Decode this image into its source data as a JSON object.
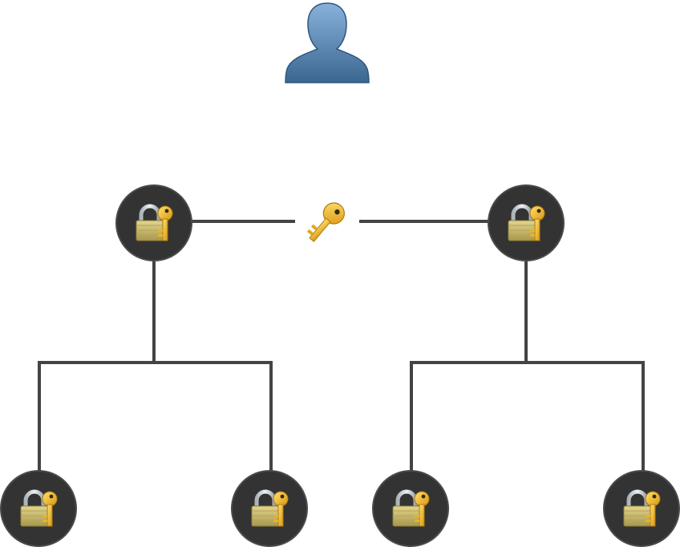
{
  "diagram": {
    "user": {
      "icon": "user-silhouette-icon"
    },
    "shared_key": {
      "icon": "key-icon"
    },
    "nodes": [
      {
        "id": "top-left",
        "icon": "lock-with-key-icon"
      },
      {
        "id": "top-right",
        "icon": "lock-with-key-icon"
      },
      {
        "id": "bottom-1",
        "icon": "lock-with-key-icon"
      },
      {
        "id": "bottom-2",
        "icon": "lock-with-key-icon"
      },
      {
        "id": "bottom-3",
        "icon": "lock-with-key-icon"
      },
      {
        "id": "bottom-4",
        "icon": "lock-with-key-icon"
      }
    ],
    "edges": [
      {
        "from": "top-left",
        "to": "shared-key"
      },
      {
        "from": "shared-key",
        "to": "top-right"
      },
      {
        "from": "top-left",
        "to": "bottom-1"
      },
      {
        "from": "top-left",
        "to": "bottom-2"
      },
      {
        "from": "top-right",
        "to": "bottom-3"
      },
      {
        "from": "top-right",
        "to": "bottom-4"
      }
    ]
  },
  "colors": {
    "node_fill": "#333333",
    "node_stroke": "#444444",
    "connector": "#444444",
    "user_fill_top": "#7ea8d4",
    "user_fill_bottom": "#3f6a94",
    "key_gold": "#f2c22e",
    "lock_body": "#c9b86a",
    "lock_shackle": "#c8d0d6",
    "background": "#ffffff"
  }
}
